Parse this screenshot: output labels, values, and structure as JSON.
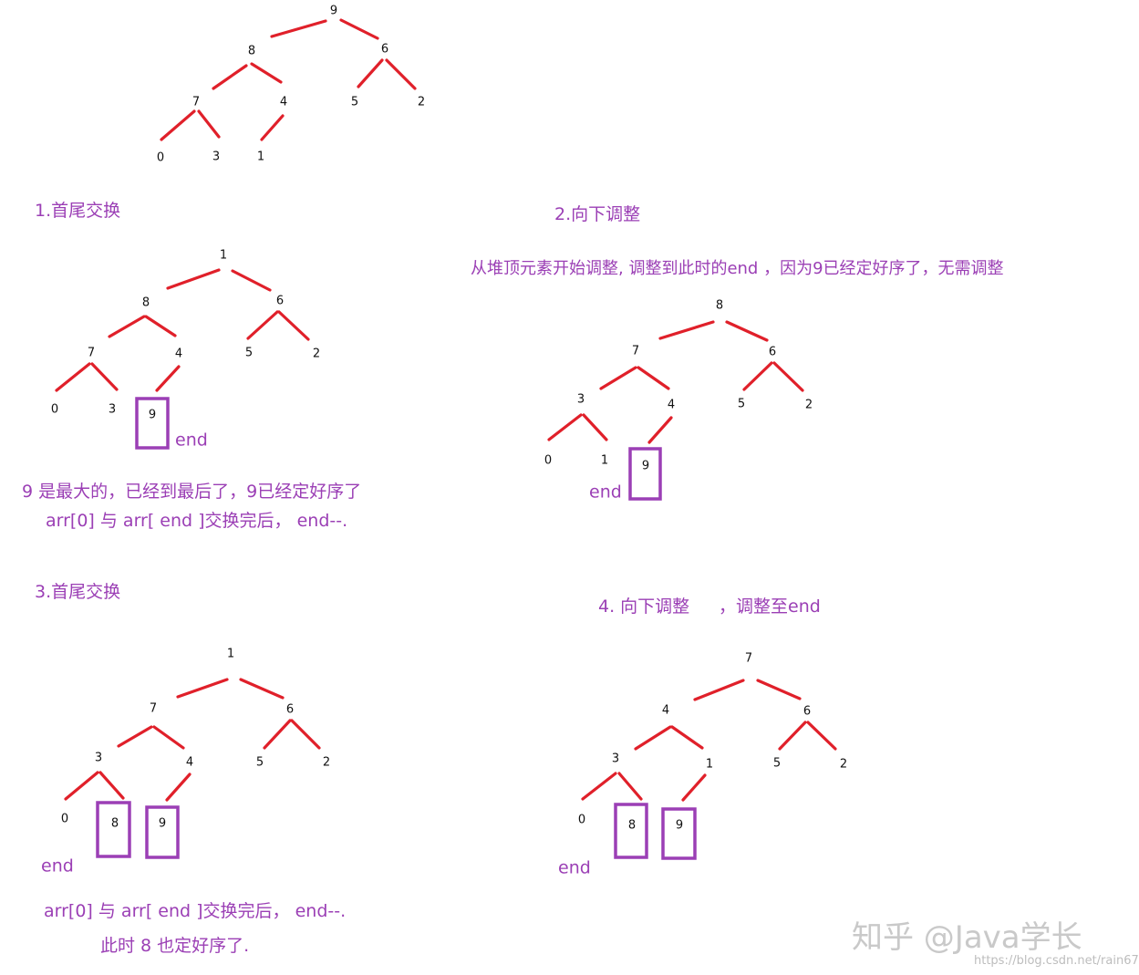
{
  "colors": {
    "edge": "#e0202a",
    "box": "#9b3fb5",
    "note": "#9b3fb5",
    "node": "#111111"
  },
  "tree0": {
    "nodes": [
      "9",
      "8",
      "6",
      "7",
      "4",
      "5",
      "2",
      "0",
      "3",
      "1"
    ],
    "edges": [
      [
        0,
        1
      ],
      [
        0,
        2
      ],
      [
        1,
        3
      ],
      [
        1,
        4
      ],
      [
        2,
        5
      ],
      [
        2,
        6
      ],
      [
        3,
        7
      ],
      [
        3,
        8
      ],
      [
        4,
        9
      ]
    ]
  },
  "tree1": {
    "nodes": [
      "1",
      "8",
      "6",
      "7",
      "4",
      "5",
      "2",
      "0",
      "3",
      "9"
    ],
    "edges": [
      [
        0,
        1
      ],
      [
        0,
        2
      ],
      [
        1,
        3
      ],
      [
        1,
        4
      ],
      [
        2,
        5
      ],
      [
        2,
        6
      ],
      [
        3,
        7
      ],
      [
        3,
        8
      ],
      [
        4,
        9
      ]
    ],
    "boxed": [
      "9"
    ],
    "end_label": "end"
  },
  "tree2": {
    "nodes": [
      "8",
      "7",
      "6",
      "3",
      "4",
      "5",
      "2",
      "0",
      "1",
      "9"
    ],
    "edges": [
      [
        0,
        1
      ],
      [
        0,
        2
      ],
      [
        1,
        3
      ],
      [
        1,
        4
      ],
      [
        2,
        5
      ],
      [
        2,
        6
      ],
      [
        3,
        7
      ],
      [
        3,
        8
      ],
      [
        4,
        9
      ]
    ],
    "boxed": [
      "9"
    ],
    "end_label": "end"
  },
  "tree3": {
    "nodes": [
      "1",
      "7",
      "6",
      "3",
      "4",
      "5",
      "2",
      "0",
      "8",
      "9"
    ],
    "edges": [
      [
        0,
        1
      ],
      [
        0,
        2
      ],
      [
        1,
        3
      ],
      [
        1,
        4
      ],
      [
        2,
        5
      ],
      [
        2,
        6
      ],
      [
        3,
        7
      ],
      [
        3,
        8
      ],
      [
        4,
        9
      ]
    ],
    "boxed": [
      "8",
      "9"
    ],
    "end_label": "end"
  },
  "tree4": {
    "nodes": [
      "7",
      "4",
      "6",
      "3",
      "1",
      "5",
      "2",
      "0",
      "8",
      "9"
    ],
    "edges": [
      [
        0,
        1
      ],
      [
        0,
        2
      ],
      [
        1,
        3
      ],
      [
        1,
        4
      ],
      [
        2,
        5
      ],
      [
        2,
        6
      ],
      [
        3,
        7
      ],
      [
        3,
        8
      ],
      [
        4,
        9
      ]
    ],
    "boxed": [
      "8",
      "9"
    ],
    "end_label": "end"
  },
  "notes": {
    "step1": "1.首尾交换",
    "step2": "2.向下调整",
    "step2_desc": "从堆顶元素开始调整, 调整到此时的end ，因为9已经定好序了，无需调整",
    "step1_desc_a": "9 是最大的，已经到最后了，9已经定好序了",
    "step1_desc_b": "arr[0] 与 arr[ end ]交换完后，  end--.",
    "step3": "3.首尾交换",
    "step4_a": "4. 向下调整",
    "step4_b": "，调整至end",
    "step3_desc_a": "arr[0] 与 arr[ end ]交换完后，  end--.",
    "step3_desc_b": "此时 8 也定好序了."
  },
  "watermark": {
    "main": "知乎 @Java学长",
    "url": "https://blog.csdn.net/rain67"
  }
}
